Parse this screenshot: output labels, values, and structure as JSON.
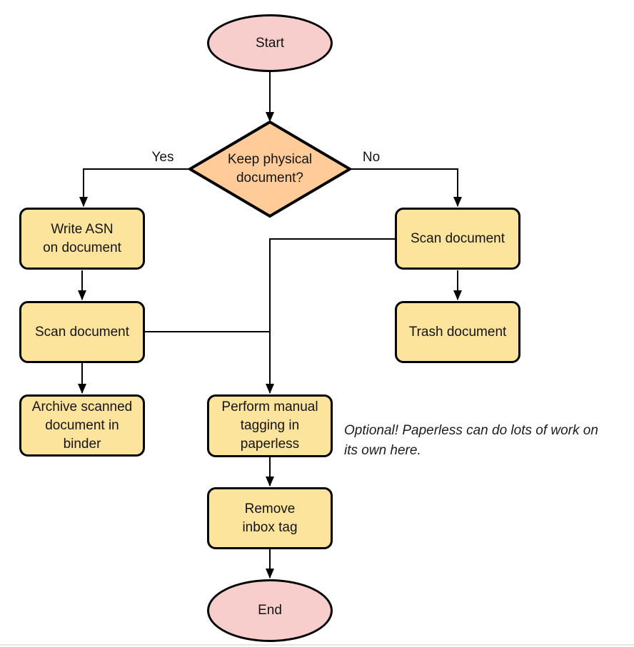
{
  "diagram": {
    "type": "flowchart",
    "nodes": {
      "start": {
        "label": "Start",
        "shape": "ellipse",
        "fill": "#F8CECC"
      },
      "decision": {
        "label": "Keep physical\ndocument?",
        "shape": "diamond",
        "fill": "#FFCC99"
      },
      "write_asn": {
        "label": "Write ASN\non document",
        "shape": "rect",
        "fill": "#FDE49C"
      },
      "scan_left": {
        "label": "Scan document",
        "shape": "rect",
        "fill": "#FDE49C"
      },
      "archive": {
        "label": "Archive scanned\ndocument in\nbinder",
        "shape": "rect",
        "fill": "#FDE49C"
      },
      "scan_right": {
        "label": "Scan document",
        "shape": "rect",
        "fill": "#FDE49C"
      },
      "trash": {
        "label": "Trash document",
        "shape": "rect",
        "fill": "#FDE49C"
      },
      "tagging": {
        "label": "Perform manual\ntagging in\npaperless",
        "shape": "rect",
        "fill": "#FDE49C"
      },
      "remove_inbox": {
        "label": "Remove\ninbox tag",
        "shape": "rect",
        "fill": "#FDE49C"
      },
      "end": {
        "label": "End",
        "shape": "ellipse",
        "fill": "#F8CECC"
      }
    },
    "edge_labels": {
      "yes": "Yes",
      "no": "No"
    },
    "annotation": "Optional! Paperless can do lots of work on\nits own here.",
    "colors": {
      "stroke": "#000000",
      "terminal_fill": "#F8CECC",
      "decision_fill": "#FFCC99",
      "process_fill": "#FDE49C",
      "background": "#FFFFFF",
      "bottom_border": "#F3E4E4"
    }
  }
}
